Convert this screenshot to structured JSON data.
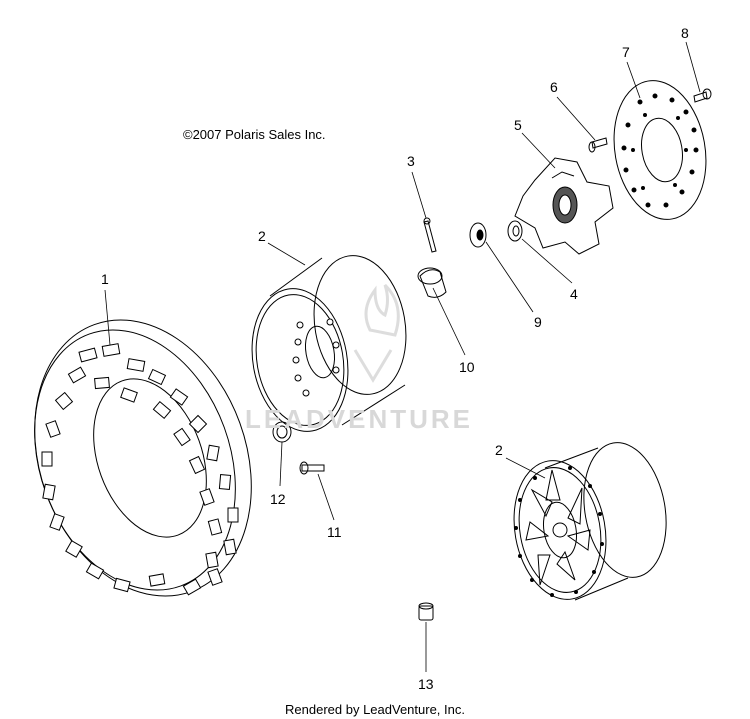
{
  "copyright": "©2007 Polaris Sales Inc.",
  "footer": "Rendered by LeadVenture, Inc.",
  "watermark": "LEADVENTURE",
  "callouts": [
    "1",
    "2",
    "2",
    "3",
    "4",
    "5",
    "6",
    "7",
    "8",
    "9",
    "10",
    "11",
    "12",
    "13"
  ],
  "parts": [
    "tire",
    "rear-wheel-rim",
    "front-wheel-rim",
    "cotter-pin",
    "washer",
    "hub",
    "hub-bolt",
    "brake-disc",
    "disc-bolt",
    "castle-nut",
    "hub-cap",
    "lug-stud",
    "lug-nut",
    "valve-stem"
  ]
}
